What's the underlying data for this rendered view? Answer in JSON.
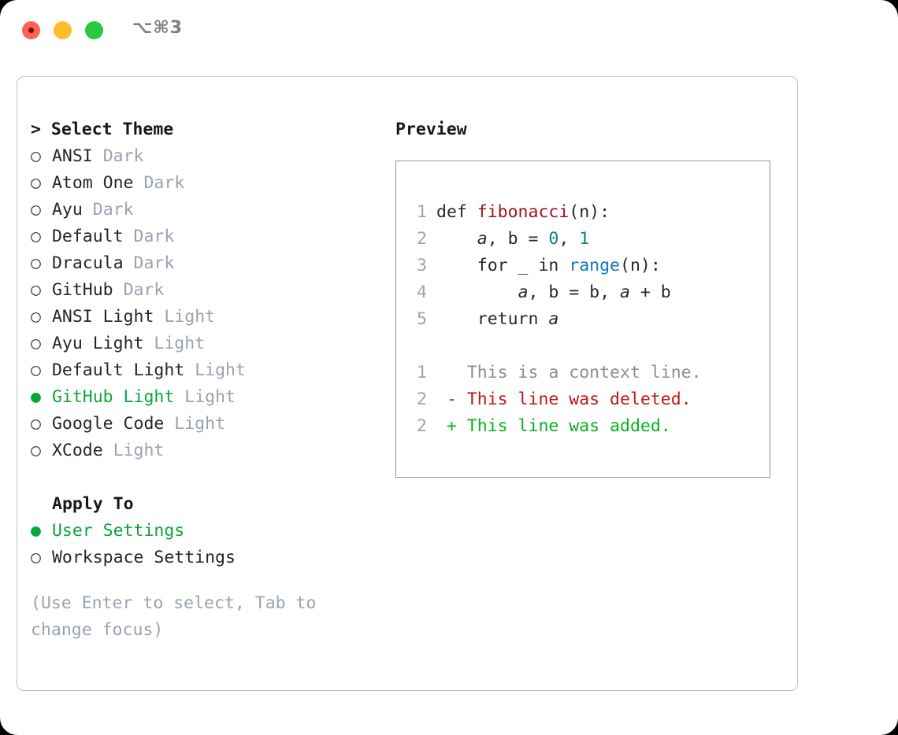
{
  "titlebar": {
    "shortcut": "⌥⌘3",
    "buttons": [
      "close",
      "minimize",
      "maximize"
    ]
  },
  "left": {
    "heading": "> Select Theme",
    "prompt_marker": ">",
    "themes": [
      {
        "name": "ANSI",
        "variant": "Dark",
        "selected": false,
        "marker": "○"
      },
      {
        "name": "Atom One",
        "variant": "Dark",
        "selected": false,
        "marker": "○"
      },
      {
        "name": "Ayu",
        "variant": "Dark",
        "selected": false,
        "marker": "○"
      },
      {
        "name": "Default",
        "variant": "Dark",
        "selected": false,
        "marker": "○"
      },
      {
        "name": "Dracula",
        "variant": "Dark",
        "selected": false,
        "marker": "○"
      },
      {
        "name": "GitHub",
        "variant": "Dark",
        "selected": false,
        "marker": "○"
      },
      {
        "name": "ANSI Light",
        "variant": "Light",
        "selected": false,
        "marker": "○"
      },
      {
        "name": "Ayu Light",
        "variant": "Light",
        "selected": false,
        "marker": "○"
      },
      {
        "name": "Default Light",
        "variant": "Light",
        "selected": false,
        "marker": "○"
      },
      {
        "name": "GitHub Light",
        "variant": "Light",
        "selected": true,
        "marker": "●"
      },
      {
        "name": "Google Code",
        "variant": "Light",
        "selected": false,
        "marker": "○"
      },
      {
        "name": "XCode",
        "variant": "Light",
        "selected": false,
        "marker": "○"
      }
    ],
    "apply_to": {
      "heading": "Apply To",
      "options": [
        {
          "name": "User Settings",
          "selected": true,
          "marker": "●"
        },
        {
          "name": "Workspace Settings",
          "selected": false,
          "marker": "○"
        }
      ]
    },
    "hint": "(Use Enter to select, Tab to change focus)"
  },
  "right": {
    "heading": "Preview",
    "code": [
      {
        "lno": "1",
        "tokens": [
          {
            "t": "def ",
            "c": "kw"
          },
          {
            "t": "fibonacci",
            "c": "fn"
          },
          {
            "t": "(n):",
            "c": "kw"
          }
        ]
      },
      {
        "lno": "2",
        "tokens": [
          {
            "t": "    ",
            "c": "kw"
          },
          {
            "t": "a",
            "c": "ital"
          },
          {
            "t": ", b = ",
            "c": "kw"
          },
          {
            "t": "0",
            "c": "num"
          },
          {
            "t": ", ",
            "c": "kw"
          },
          {
            "t": "1",
            "c": "num"
          }
        ]
      },
      {
        "lno": "3",
        "tokens": [
          {
            "t": "    for _ in ",
            "c": "kw"
          },
          {
            "t": "range",
            "c": "builtin"
          },
          {
            "t": "(n):",
            "c": "kw"
          }
        ]
      },
      {
        "lno": "4",
        "tokens": [
          {
            "t": "        ",
            "c": "kw"
          },
          {
            "t": "a",
            "c": "ital"
          },
          {
            "t": ", b = b, ",
            "c": "kw"
          },
          {
            "t": "a",
            "c": "ital"
          },
          {
            "t": " + b",
            "c": "kw"
          }
        ]
      },
      {
        "lno": "5",
        "tokens": [
          {
            "t": "    return ",
            "c": "kw"
          },
          {
            "t": "a",
            "c": "ital"
          }
        ]
      }
    ],
    "diff": [
      {
        "lno": "1",
        "sign": " ",
        "text": "This is a context line.",
        "kind": "diff-ctx"
      },
      {
        "lno": "2",
        "sign": "-",
        "text": "This line was deleted.",
        "kind": "diff-del"
      },
      {
        "lno": "2",
        "sign": "+",
        "text": "This line was added.",
        "kind": "diff-add"
      }
    ]
  },
  "colors": {
    "accent_green": "#0aa63c",
    "tag_gray": "#99a2b3",
    "hint_gray": "#99a2b3",
    "diff_added": "#09b021",
    "diff_deleted": "#c0170f",
    "diff_context": "#8a8f97",
    "code_function": "#a0111f",
    "code_builtin": "#0f7bbd",
    "code_number": "#0d7f80",
    "panel_border": "#b9c0cc",
    "preview_border": "#8b94a3",
    "traffic_close": "#ff6159",
    "traffic_minimize": "#ffbd2e",
    "traffic_maximize": "#28c840"
  }
}
